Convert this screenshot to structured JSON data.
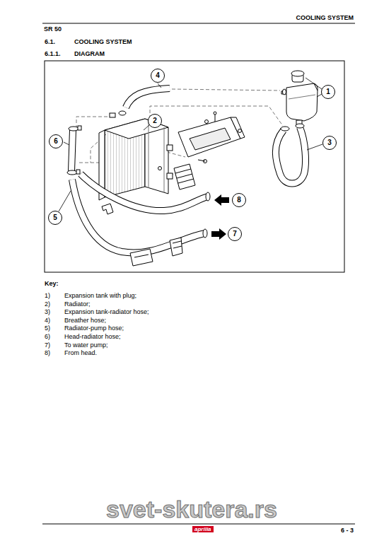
{
  "diagram": {
    "nodes": [
      {
        "text": [
          "4"
        ]
      },
      {
        "text": [
          "1"
        ]
      },
      {
        "text": [
          "2"
        ]
      },
      {
        "text": [
          "6"
        ]
      },
      {
        "text": [
          "3"
        ]
      },
      {
        "text": [
          "8"
        ]
      },
      {
        "text": [
          "5"
        ]
      },
      {
        "text": [
          "7"
        ]
      }
    ],
    "labels": [
      "SR 50",
      "COOLING SYSTEM",
      "6.1.",
      "COOLING SYSTEM",
      "6.1.1.",
      "DIAGRAM",
      "Key:",
      "1)",
      "Expansion tank with plug;",
      "2)",
      "Radiator;",
      "3)",
      "Expansion tank-radiator hose;",
      "4)",
      "Breather hose;",
      "5)",
      "Radiator-pump hose;",
      "6)",
      "Head-radiator hose;",
      "7)",
      "To water pump;",
      "8)",
      "From head.",
      "aprilia",
      "svet-skutera.rs",
      "6 - 3"
    ]
  }
}
